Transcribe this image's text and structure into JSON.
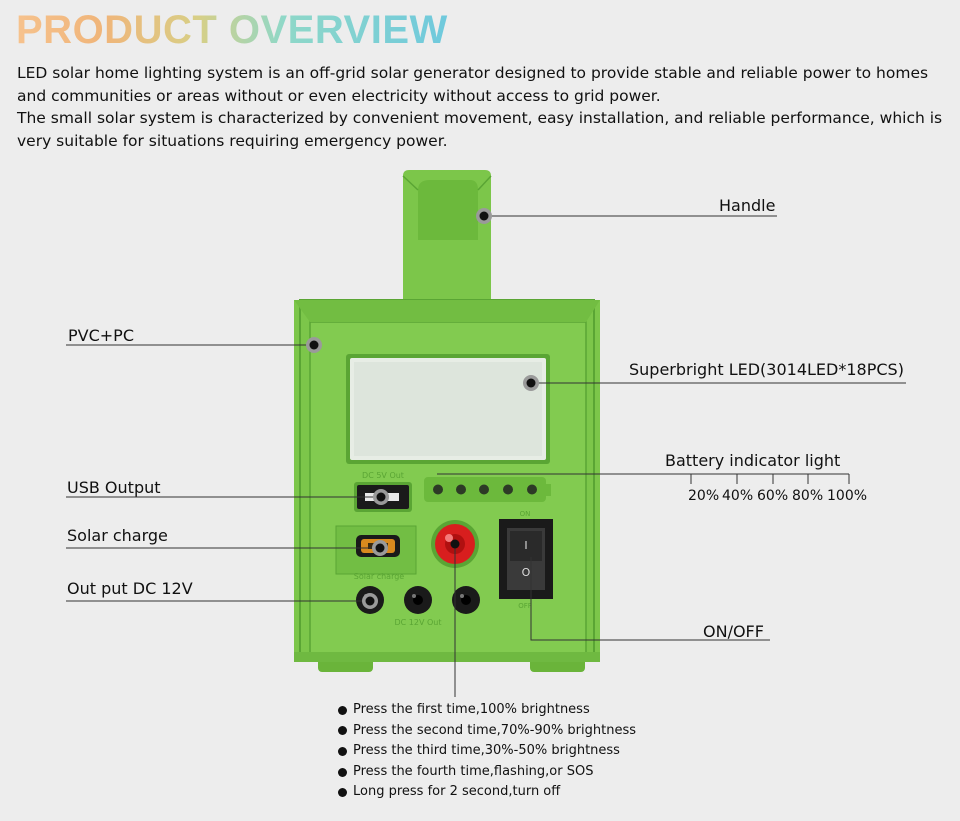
{
  "title": "PRODUCT OVERVIEW",
  "intro": {
    "paragraph1": "LED solar home lighting system is an off-grid solar generator designed to provide stable and reliable power to homes and communities or areas without or even electricity without access to grid power.",
    "paragraph2": "The small solar system is characterized by convenient movement, easy installation, and reliable performance, which is very suitable for situations requiring emergency power."
  },
  "labels": {
    "handle": "Handle",
    "pvc": "PVC+PC",
    "led": "Superbright LED(3014LED*18PCS)",
    "battery": "Battery indicator light",
    "usb": "USB Output",
    "solar": "Solar charge",
    "dc": "Out put DC 12V",
    "onoff": "ON/OFF"
  },
  "battery_levels": [
    "20%",
    "40%",
    "60%",
    "80%",
    "100%"
  ],
  "device_text": {
    "usb_print": "DC 5V Out",
    "solar_print": "Solar charge",
    "dc_print": "DC 12V Out",
    "switch_on": "ON",
    "switch_off": "OFF",
    "switch_i": "I",
    "switch_o": "O"
  },
  "button_modes": [
    "Press the first time,100% brightness",
    "Press the second time,70%-90% brightness",
    "Press the third time,30%-50% brightness",
    "Press the fourth time,flashing,or SOS",
    "Long press for 2 second,turn off"
  ],
  "colors": {
    "body_green": "#7cc64a",
    "dark_green": "#5aa534",
    "button_red": "#d81e1e",
    "title_gradient_start": "#f6c28d",
    "title_gradient_end": "#6fc9dd"
  }
}
